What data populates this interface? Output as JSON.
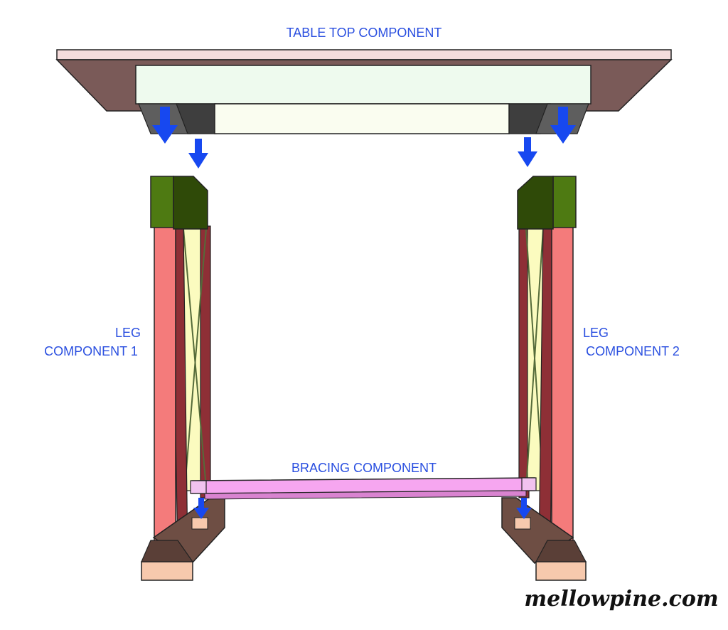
{
  "labels": {
    "table_top": "TABLE TOP COMPONENT",
    "leg1_line1": "LEG",
    "leg1_line2": "COMPONENT 1",
    "leg2_line1": "LEG",
    "leg2_line2": "COMPONENT 2",
    "bracing": "BRACING COMPONENT"
  },
  "watermark": "mellowpine.com",
  "colors": {
    "label_text": "#2a4fe0",
    "arrow": "#1748f0",
    "leg_red": "#f47b7b",
    "leg_red_dark": "#8e2f36",
    "leg_top_green": "#4e7a12",
    "leg_top_green_dark": "#2f4a08",
    "panel_yellow": "#fbfbbf",
    "bracing_pink": "#f6a6f0",
    "foot_peach": "#f7c9ad",
    "foot_dark": "#6e4e44",
    "top_rim": "#f5dcdc",
    "top_underside": "#7a5a58",
    "apron_light": "#eefaee"
  },
  "icons": [
    "down-arrow-icon"
  ]
}
